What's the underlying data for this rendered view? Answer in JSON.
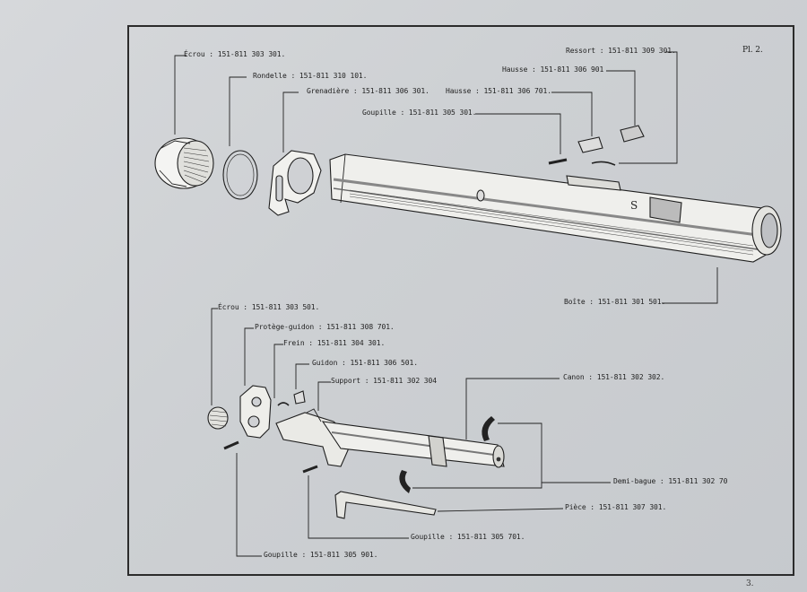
{
  "plate": "Pl. 2.",
  "page_number": "3.",
  "labels": {
    "ecrou_top": "Écrou : 151-811 303 301.",
    "rondelle": "Rondelle : 151-811 310 101.",
    "grenadiere": "Grenadière : 151-811 306 301.",
    "hausse_701": "Hausse : 151-811 306 701.",
    "goupille_top": "Goupille : 151-811 305 301.",
    "ressort": "Ressort : 151-811 309 301.",
    "hausse_901": "Hausse : 151-811 306 901",
    "boite": "Boîte : 151-811 301 501.",
    "ecrou_bottom": "Écrou : 151-811 303 501.",
    "protege_guidon": "Protège-guidon : 151-811 308 701.",
    "frein": "Frein : 151-811 304 301.",
    "guidon": "Guidon : 151-811 306 501.",
    "support": "Support : 151-811 302 304",
    "canon": "Canon : 151-811 302 302.",
    "demi_bague": "Demi-bague : 151-811 302 70",
    "piece": "Pièce : 151-811 307 301.",
    "goupille_mid": "Goupille : 151-811 305 701.",
    "goupille_bottom": "Goupille : 151-811 305 901."
  },
  "receiver_marking": "S"
}
